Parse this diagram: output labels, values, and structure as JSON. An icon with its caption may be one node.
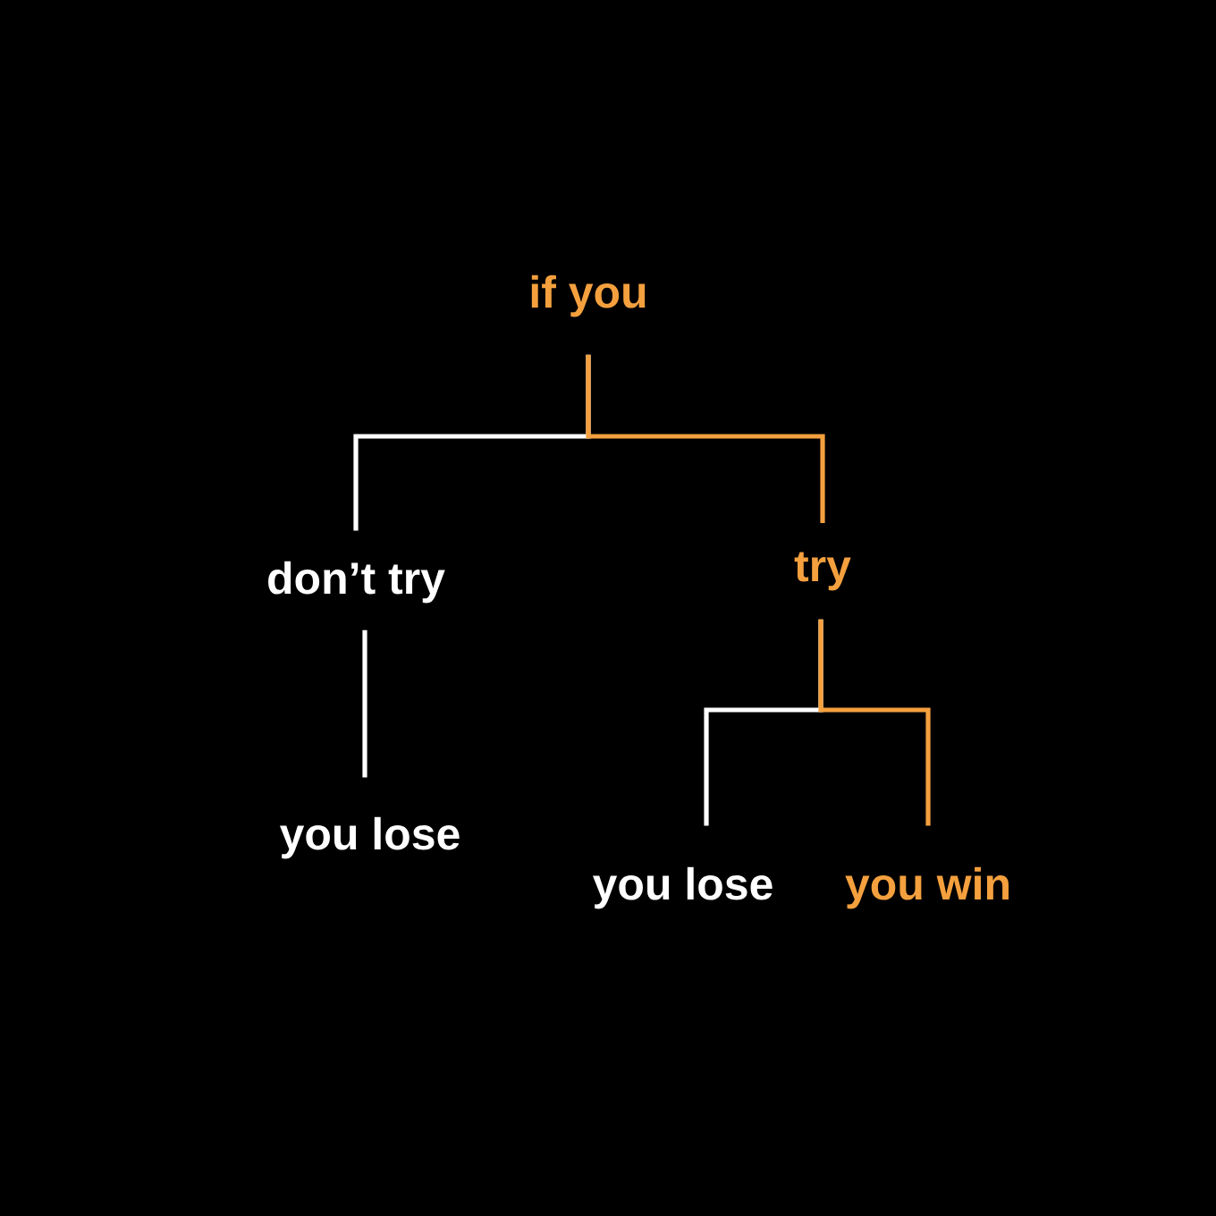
{
  "diagram": {
    "nodes": [
      {
        "text": [
          "if you"
        ]
      },
      {
        "text": [
          "don’t try"
        ]
      },
      {
        "text": [
          "try"
        ]
      },
      {
        "text": [
          "you lose"
        ]
      },
      {
        "text": [
          "you lose"
        ]
      },
      {
        "text": [
          "you win"
        ]
      }
    ],
    "edges": [
      {
        "from": 0,
        "to": 1,
        "arrow": "none"
      },
      {
        "from": 0,
        "to": 2,
        "arrow": "none",
        "color": "#f4a03e"
      },
      {
        "from": 1,
        "to": 3,
        "arrow": "none"
      },
      {
        "from": 2,
        "to": 4,
        "arrow": "none"
      },
      {
        "from": 2,
        "to": 5,
        "arrow": "none",
        "color": "#f4a03e"
      }
    ]
  }
}
